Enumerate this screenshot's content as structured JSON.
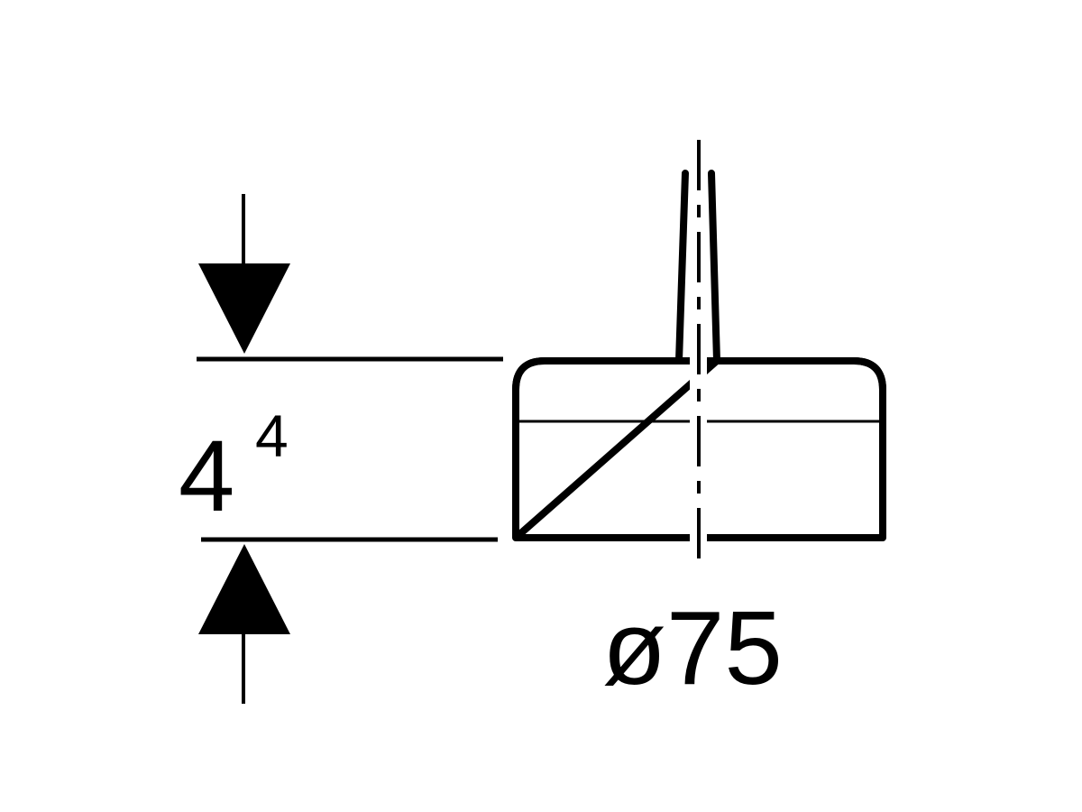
{
  "drawing": {
    "height_dimension": {
      "base": "4",
      "superscript": "4"
    },
    "diameter_dimension": "ø75",
    "colors": {
      "line": "#000000",
      "background": "#ffffff"
    }
  }
}
